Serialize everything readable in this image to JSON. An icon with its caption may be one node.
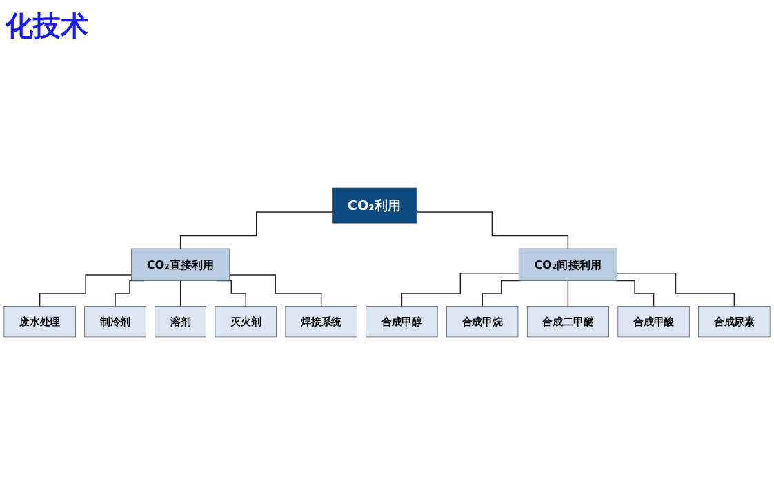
{
  "diagram": {
    "title": "化技术",
    "nodes": [
      {
        "text": [
          "CO₂利用"
        ]
      },
      {
        "text": [
          "CO₂直接利用"
        ]
      },
      {
        "text": [
          "CO₂间接利用"
        ]
      },
      {
        "text": [
          "废水处理"
        ]
      },
      {
        "text": [
          "制冷剂"
        ]
      },
      {
        "text": [
          "溶剂"
        ]
      },
      {
        "text": [
          "灭火剂"
        ]
      },
      {
        "text": [
          "焊接系统"
        ]
      },
      {
        "text": [
          "合成甲醇"
        ]
      },
      {
        "text": [
          "合成甲烷"
        ]
      },
      {
        "text": [
          "合成二甲醚"
        ]
      },
      {
        "text": [
          "合成甲酸"
        ]
      },
      {
        "text": [
          "合成尿素"
        ]
      }
    ],
    "edges": [
      {
        "from": 0,
        "to": 1,
        "arrow": "none"
      },
      {
        "from": 0,
        "to": 2,
        "arrow": "none"
      },
      {
        "from": 1,
        "to": 3,
        "arrow": "none"
      },
      {
        "from": 1,
        "to": 4,
        "arrow": "none"
      },
      {
        "from": 1,
        "to": 5,
        "arrow": "none"
      },
      {
        "from": 1,
        "to": 6,
        "arrow": "none"
      },
      {
        "from": 1,
        "to": 7,
        "arrow": "none"
      },
      {
        "from": 2,
        "to": 8,
        "arrow": "none"
      },
      {
        "from": 2,
        "to": 9,
        "arrow": "none"
      },
      {
        "from": 2,
        "to": 10,
        "arrow": "none"
      },
      {
        "from": 2,
        "to": 11,
        "arrow": "none"
      },
      {
        "from": 2,
        "to": 12,
        "arrow": "none"
      }
    ]
  }
}
